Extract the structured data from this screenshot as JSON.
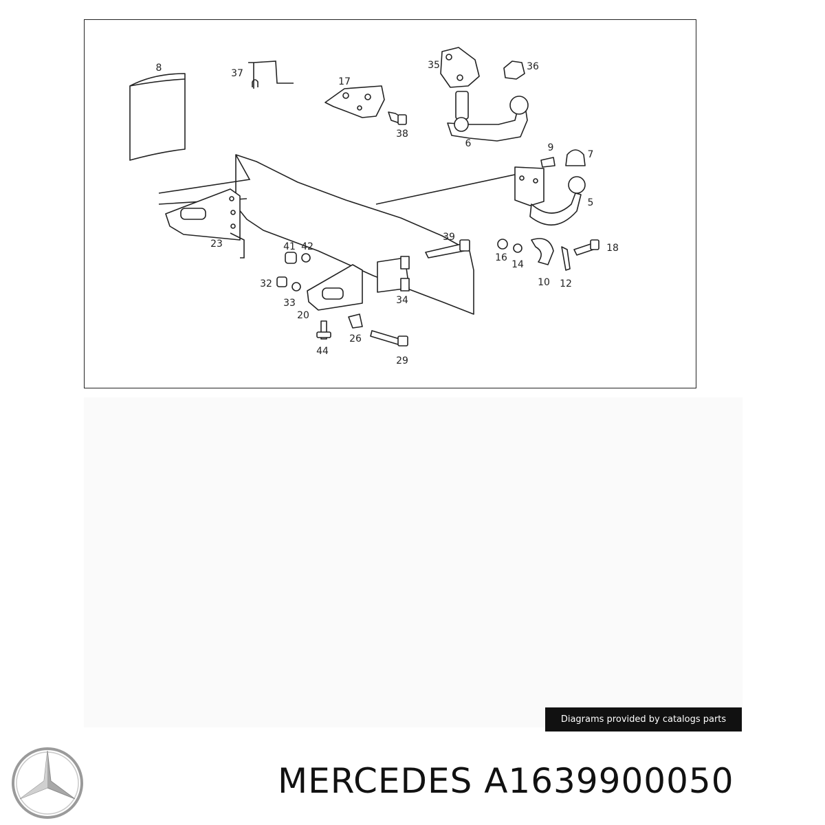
{
  "diagram": {
    "callouts": {
      "c8": "8",
      "c37": "37",
      "c17": "17",
      "c35": "35",
      "c36": "36",
      "c38": "38",
      "c6": "6",
      "c9": "9",
      "c7": "7",
      "c5": "5",
      "c23": "23",
      "c41": "41",
      "c42": "42",
      "c39": "39",
      "c16": "16",
      "c14": "14",
      "c10": "10",
      "c12": "12",
      "c18": "18",
      "c32": "32",
      "c33": "33",
      "c34": "34",
      "c20": "20",
      "c26": "26",
      "c44": "44",
      "c29": "29"
    }
  },
  "attribution": "Diagrams provided by catalogs parts",
  "brand": {
    "logo_icon": "mercedes-star-icon",
    "logo_color": "#9a9a9a"
  },
  "title": "MERCEDES A1639900050"
}
